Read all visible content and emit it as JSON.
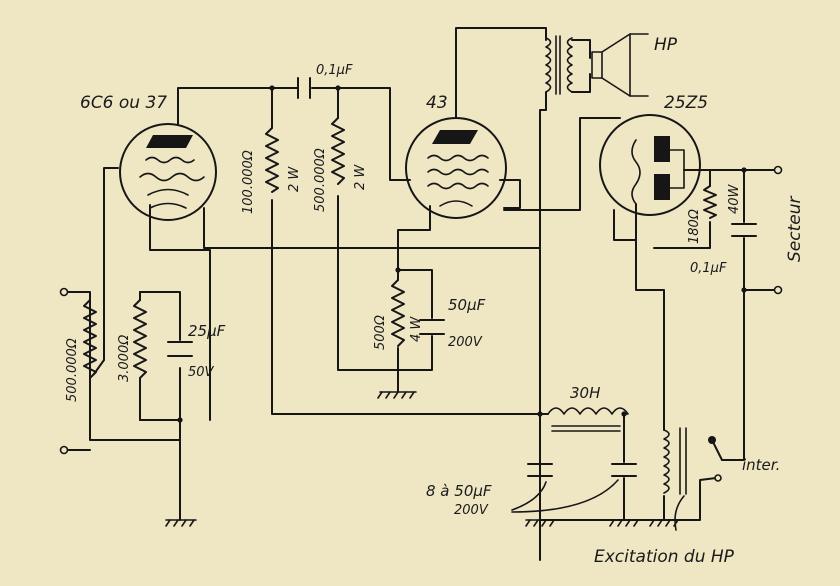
{
  "tubes": {
    "v1": "6C6 ou 37",
    "v2": "43",
    "v3": "25Z5"
  },
  "speaker": "HP",
  "components": {
    "c_coupling": "0,1µF",
    "r_plate": "100.000Ω",
    "r_plate_w": "2 W",
    "r_grid": "500.000Ω",
    "r_grid_w": "2 W",
    "r_cathode": "500Ω",
    "r_cathode_w": "4 W",
    "c_cathode": "50µF",
    "c_cathode_v": "200V",
    "pot": "500.000Ω",
    "r_bias": "3.000Ω",
    "c_bias": "25µF",
    "c_bias_v": "50V",
    "r_heater": "180Ω",
    "r_heater_w": "40W",
    "c_line": "0,1µF",
    "choke": "30H",
    "c_filter": "8 à 50µF",
    "c_filter_v": "200V"
  },
  "labels": {
    "mains": "Secteur",
    "switch": "inter.",
    "field": "Excitation du HP"
  }
}
